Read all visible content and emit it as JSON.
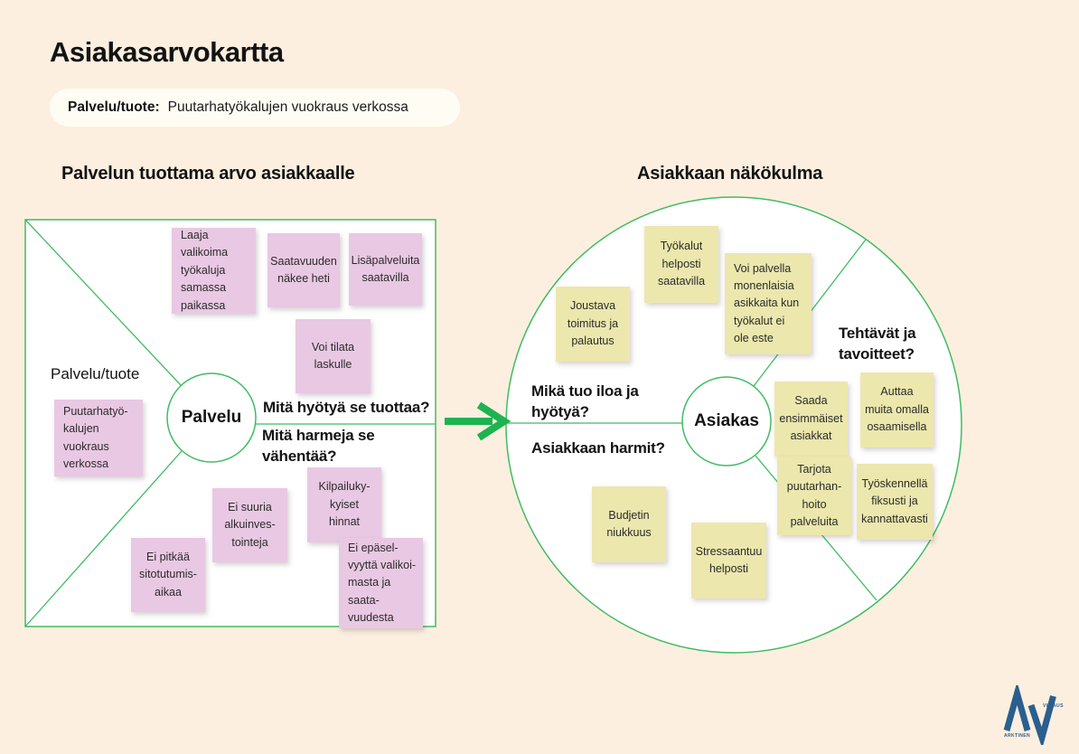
{
  "colors": {
    "background": "#fcefdf",
    "panel_white": "#ffffff",
    "pink_note": "#e9c8e3",
    "yellow_note": "#ece7ad",
    "line_green": "#3fbc63",
    "arrow_green": "#1db350",
    "logo_blue": "#2a5f8e"
  },
  "header": {
    "title": "Asiakasarvokartta",
    "service_label": "Palvelu/tuote:",
    "service_value": "Puutarhatyökalujen vuokraus verkossa"
  },
  "left_section": {
    "heading": "Palvelun tuottama arvo asiakkaalle",
    "zone_label": "Palvelu/tuote",
    "center_label": "Palvelu",
    "question_benefits": "Mitä hyötyä se tuottaa?",
    "question_harms": "Mitä harmeja se\nvähentää?",
    "notes": [
      {
        "text": "Laaja valikoima\ntyökaluja\nsamassa\npaikassa"
      },
      {
        "text": "Saatavuuden\nnäkee heti"
      },
      {
        "text": "Lisäpalveluita\nsaatavilla"
      },
      {
        "text": "Voi tilata\nlaskulle"
      },
      {
        "text": "Puutarhatyö-\nkalujen\nvuokraus\nverkossa"
      },
      {
        "text": "Ei suuria\nalkuinves-\ntointeja"
      },
      {
        "text": "Kilpailuky-\nkyiset\nhinnat"
      },
      {
        "text": "Ei pitkää\nsitotutumis-\naikaa"
      },
      {
        "text": "Ei epäsel-\nvyyttä valikoi-\nmasta ja saata-\nvuudesta"
      }
    ]
  },
  "right_section": {
    "heading": "Asiakkaan näkökulma",
    "center_label": "Asiakas",
    "question_joy": "Mikä tuo iloa ja\nhyötyä?",
    "question_harms": "Asiakkaan harmit?",
    "question_tasks": "Tehtävät ja\ntavoitteet?",
    "notes": [
      {
        "text": "Työkalut\nhelposti\nsaatavilla"
      },
      {
        "text": "Voi palvella\nmonenlaisia\nasikkaita kun\ntyökalut ei\nole este"
      },
      {
        "text": "Joustava\ntoimitus ja\npalautus"
      },
      {
        "text": "Saada\nensimmäiset\nasiakkat"
      },
      {
        "text": "Auttaa\nmuita omalla\nosaamisella"
      },
      {
        "text": "Tarjota\npuutarhan-\nhoito\npalveluita"
      },
      {
        "text": "Työskennellä\nfiksusti ja\nkannattavasti"
      },
      {
        "text": "Budjetin\nniukkuus"
      },
      {
        "text": "Stressaantuu\nhelposti"
      }
    ]
  },
  "logo": {
    "word_bottom": "ARKTINEN",
    "word_top": "VIISAUS"
  }
}
